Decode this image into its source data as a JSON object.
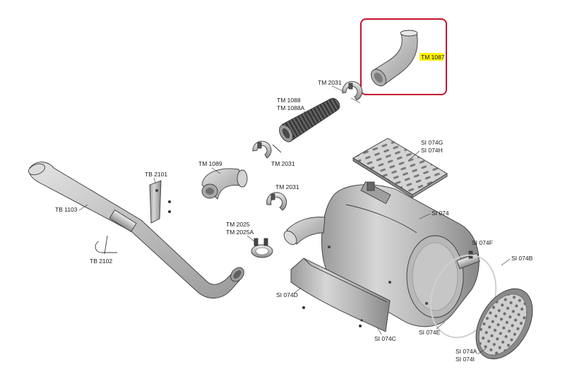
{
  "labels": {
    "tm1087": "TM 1087",
    "tm2031_top": "TM 2031",
    "tm1088": "TM 1088",
    "tm1088a": "TM 1088A",
    "tm2031_mid": "TM 2031",
    "tm1089": "TM 1089",
    "tm2031_low": "TM 2031",
    "tm2025": "TM 2025",
    "tm2025a": "TM 2025A",
    "tb2101": "TB 2101",
    "tb1103": "TB 1103",
    "tb2102": "TB 2102",
    "si074g": "SI 074G",
    "si074h": "SI 074H",
    "si074": "SI 074",
    "si074f": "SI 074F",
    "si074b": "SI 074B",
    "si074d": "SI 074D",
    "si074c": "SI 074C",
    "si074e": "SI 074E",
    "si074a": "SI 074A",
    "si074i": "SI 074I"
  },
  "colors": {
    "highlight_box": "#c8102e",
    "label_highlight": "#fff200",
    "part_fill": "#c9c9c9",
    "part_dark": "#8f8f8f"
  }
}
